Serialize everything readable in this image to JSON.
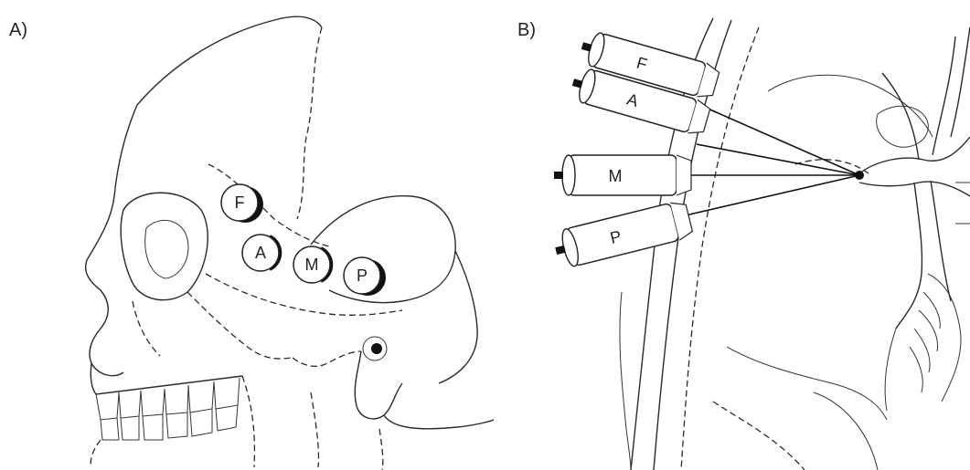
{
  "panel_a": {
    "label": "A)",
    "electrodes": [
      {
        "key": "F",
        "label": "F"
      },
      {
        "key": "A",
        "label": "A"
      },
      {
        "key": "M",
        "label": "M"
      },
      {
        "key": "P",
        "label": "P"
      }
    ]
  },
  "panel_b": {
    "label": "B)",
    "electrodes": [
      {
        "key": "F",
        "label": "F"
      },
      {
        "key": "A",
        "label": "A"
      },
      {
        "key": "M",
        "label": "M"
      },
      {
        "key": "P",
        "label": "P"
      }
    ]
  }
}
